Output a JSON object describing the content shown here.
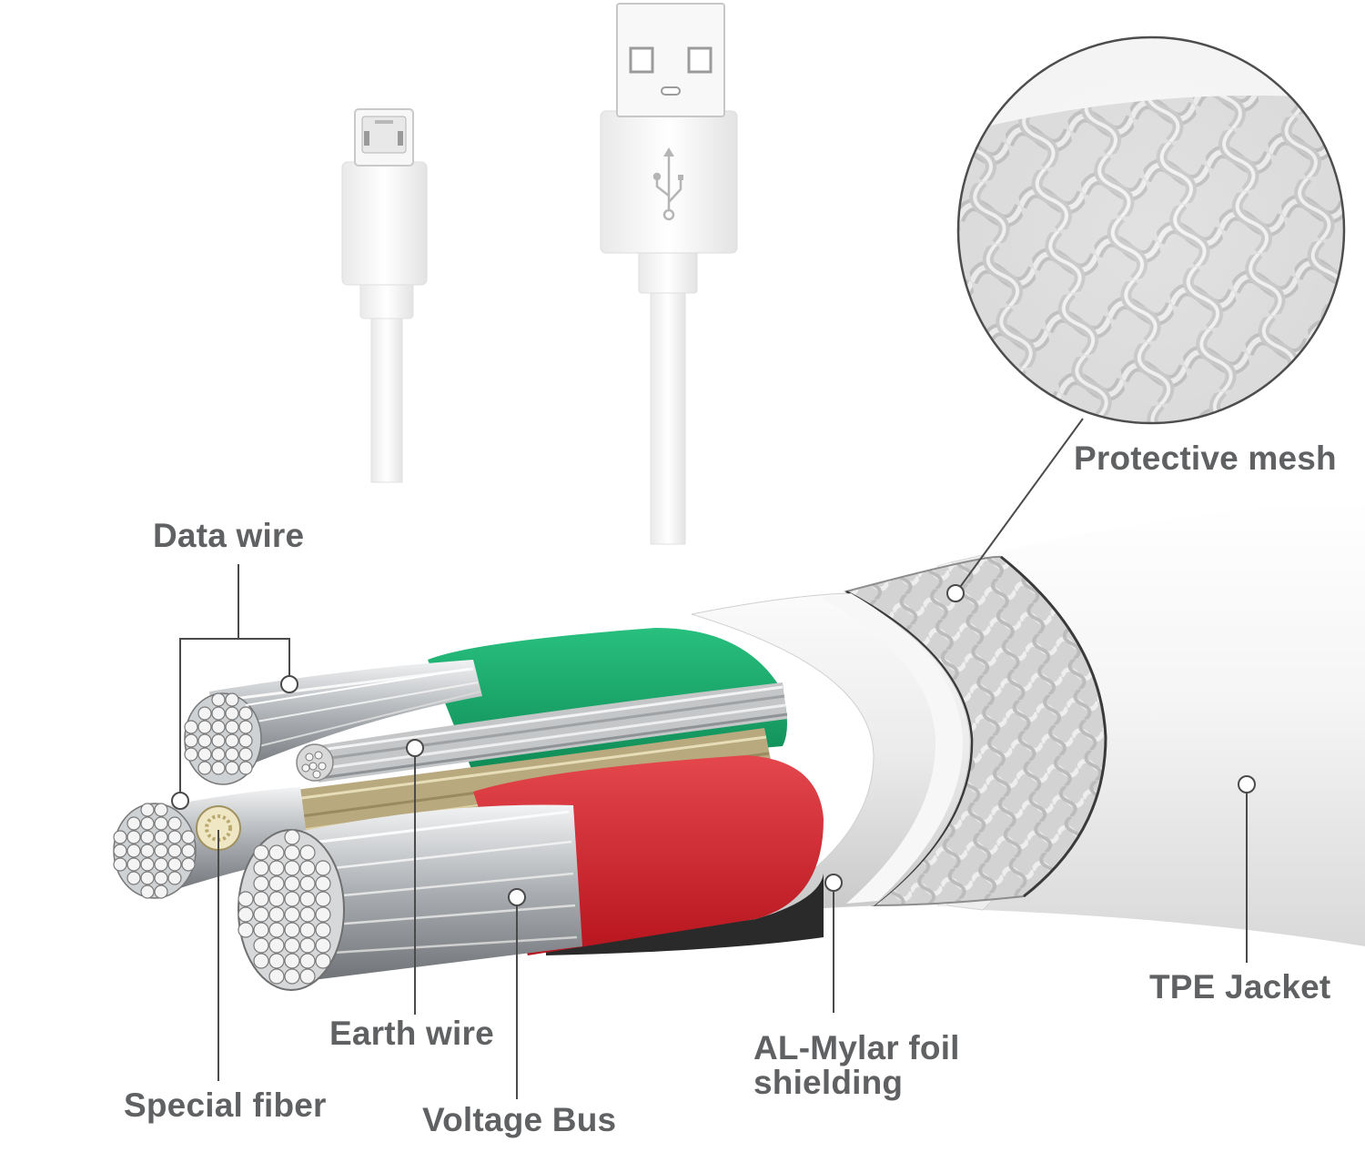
{
  "labels": {
    "data_wire": "Data wire",
    "protective_mesh": "Protective mesh",
    "tpe_jacket": "TPE Jacket",
    "earth_wire": "Earth wire",
    "al_mylar_line1": "AL-Mylar foil",
    "al_mylar_line2": "shielding",
    "special_fiber": "Special fiber",
    "voltage_bus": "Voltage Bus"
  },
  "colors": {
    "label_text": "#5f6163",
    "leader_line": "#4a4a4a",
    "green_insulation": "#1aa86a",
    "red_insulation": "#d9262f",
    "gold_fiber": "#c9b27a",
    "jacket": "#f4f4f4",
    "copper_strand": "#bfc3c6"
  },
  "icons": [
    "usb-symbol-icon"
  ]
}
